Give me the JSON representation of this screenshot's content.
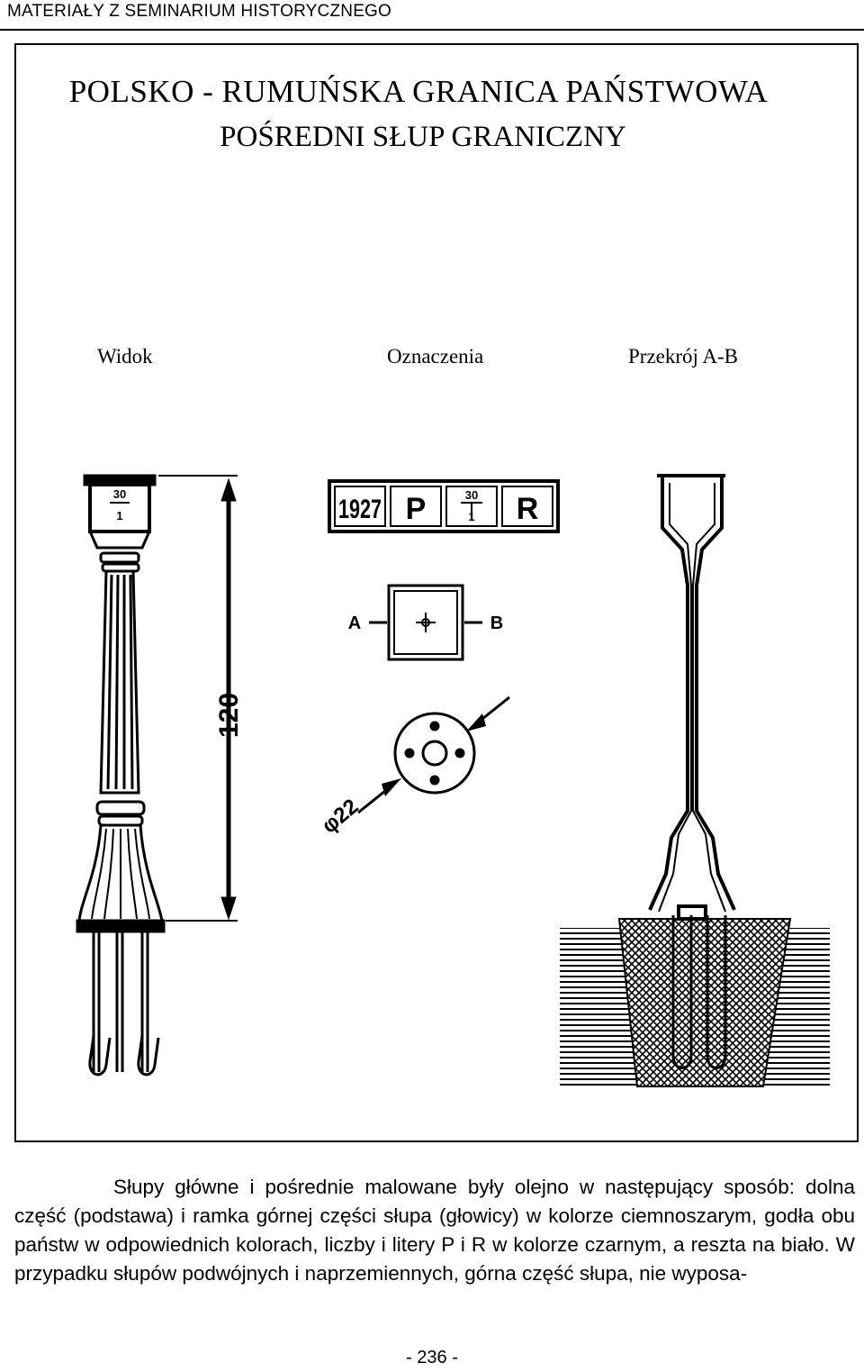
{
  "header": {
    "running_title": "MATERIAŁY Z SEMINARIUM  HISTORYCZNEGO"
  },
  "figure": {
    "title_line1": "POLSKO - RUMUŃSKA GRANICA PAŃSTWOWA",
    "title_line2": "POŚREDNI SŁUP GRANICZNY",
    "label_view": "Widok",
    "label_marks": "Oznaczenia",
    "label_section": "Przekrój A-B",
    "plate_year": "1927",
    "plate_p": "P",
    "plate_r": "R",
    "plate_num_top": "30",
    "plate_num_bottom": "1",
    "marker_a": "A",
    "marker_b": "B",
    "dimension_height": "120",
    "dimension_diameter": "φ22"
  },
  "body_text": "Słupy główne i pośrednie malowane były olejno w następujący sposób: dolna część (podstawa) i ramka górnej części słupa (głowicy) w kolorze ciemnoszarym, godła obu państw w odpowiednich kolorach, liczby i litery P i R w kolorze czarnym, a reszta na biało. W przypadku słupów podwójnych i naprzemiennych, górna część słupa, nie wyposa-",
  "footer": {
    "page_number": "- 236 -"
  }
}
